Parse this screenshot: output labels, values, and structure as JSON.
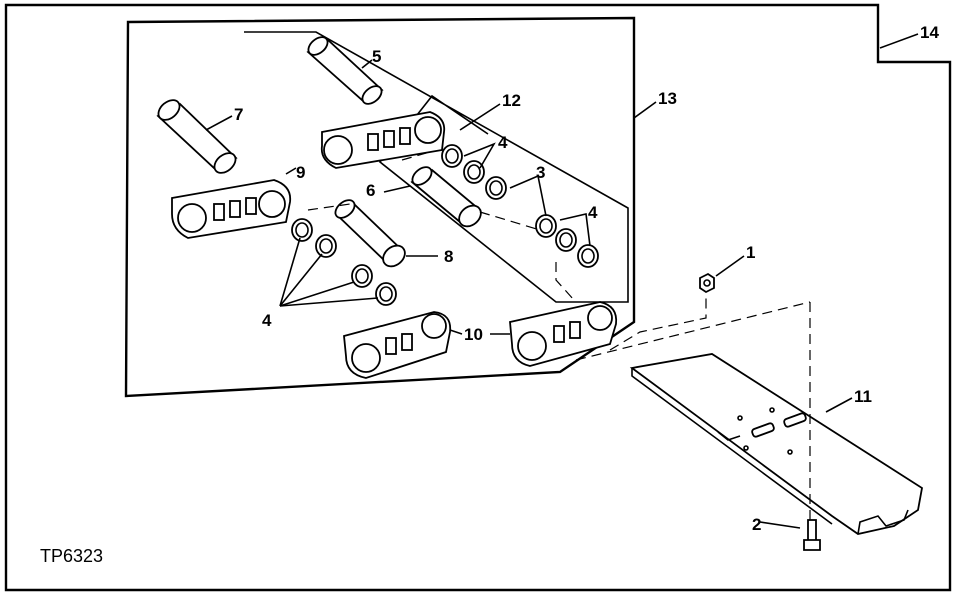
{
  "figure_id": "TP6323",
  "callouts": {
    "c1": "1",
    "c2": "2",
    "c3": "3",
    "c4a": "4",
    "c4b": "4",
    "c4c": "4",
    "c5": "5",
    "c6": "6",
    "c7": "7",
    "c8": "8",
    "c9": "9",
    "c10": "10",
    "c11": "11",
    "c12": "12",
    "c13": "13",
    "c14": "14"
  }
}
